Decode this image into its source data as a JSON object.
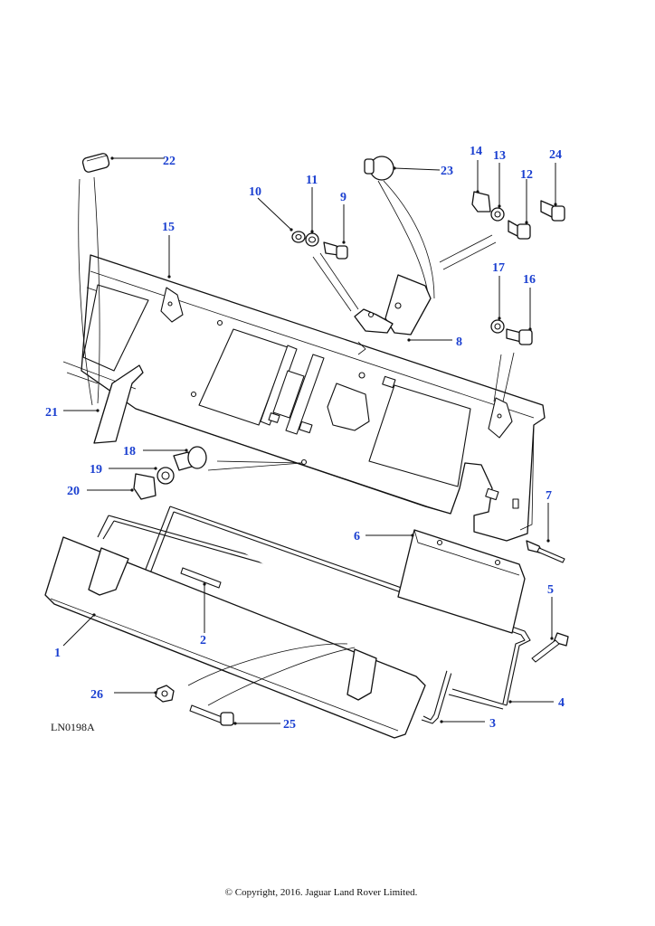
{
  "diagram": {
    "reference": "LN0198A",
    "copyright": "© Copyright, 2016. Jaguar Land Rover Limited.",
    "callouts": [
      "1",
      "2",
      "3",
      "4",
      "5",
      "6",
      "7",
      "8",
      "9",
      "10",
      "11",
      "12",
      "13",
      "14",
      "15",
      "16",
      "17",
      "18",
      "19",
      "20",
      "21",
      "22",
      "23",
      "24",
      "25",
      "26"
    ],
    "callout_color": "#1a3fd0"
  }
}
